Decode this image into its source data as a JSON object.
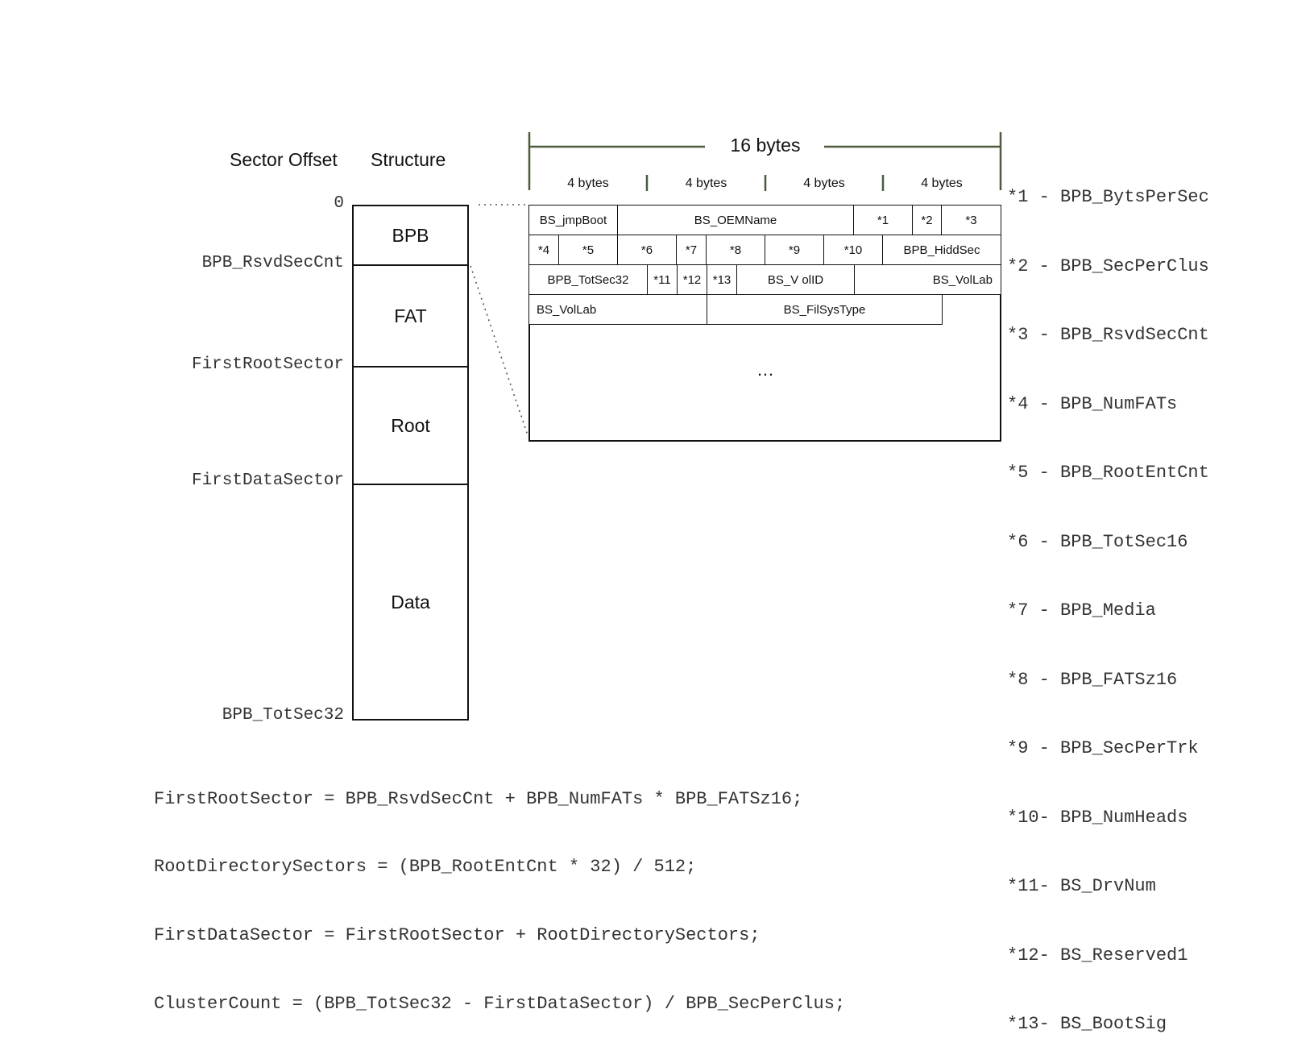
{
  "headers": {
    "sector_offset": "Sector Offset",
    "structure": "Structure"
  },
  "offsets": [
    "0",
    "BPB_RsvdSecCnt",
    "FirstRootSector",
    "FirstDataSector",
    "BPB_TotSec32"
  ],
  "segments": [
    "BPB",
    "FAT",
    "Root",
    "Data"
  ],
  "byte_ruler": {
    "total": "16 bytes",
    "groups": [
      "4 bytes",
      "4 bytes",
      "4 bytes",
      "4 bytes"
    ]
  },
  "rows": [
    [
      "BS_jmpBoot",
      "BS_OEMName",
      "*1",
      "*2",
      "*3"
    ],
    [
      "*4",
      "*5",
      "*6",
      "*7",
      "*8",
      "*9",
      "*10",
      "BPB_HiddSec"
    ],
    [
      "BPB_TotSec32",
      "*11",
      "*12",
      "*13",
      "BS_V olID",
      "BS_VolLab"
    ],
    [
      "BS_VolLab",
      "BS_FilSysType"
    ]
  ],
  "ellipsis": "…",
  "legend": [
    "*1 - BPB_BytsPerSec",
    "*2 - BPB_SecPerClus",
    "*3 - BPB_RsvdSecCnt",
    "*4 - BPB_NumFATs",
    "*5 - BPB_RootEntCnt",
    "*6 - BPB_TotSec16",
    "*7 - BPB_Media",
    "*8 - BPB_FATSz16",
    "*9 - BPB_SecPerTrk",
    "*10- BPB_NumHeads",
    "*11- BS_DrvNum",
    "*12- BS_Reserved1",
    "*13- BS_BootSig"
  ],
  "formulas": [
    "FirstRootSector = BPB_RsvdSecCnt + BPB_NumFATs * BPB_FATSz16;",
    "RootDirectorySectors = (BPB_RootEntCnt * 32) / 512;",
    "FirstDataSector = FirstRootSector + RootDirectorySectors;",
    "ClusterCount = (BPB_TotSec32 - FirstDataSector) / BPB_SecPerClus;"
  ],
  "colors": {
    "ruler": "#4a5a3a",
    "line": "#111111",
    "mono_text": "#333333"
  }
}
